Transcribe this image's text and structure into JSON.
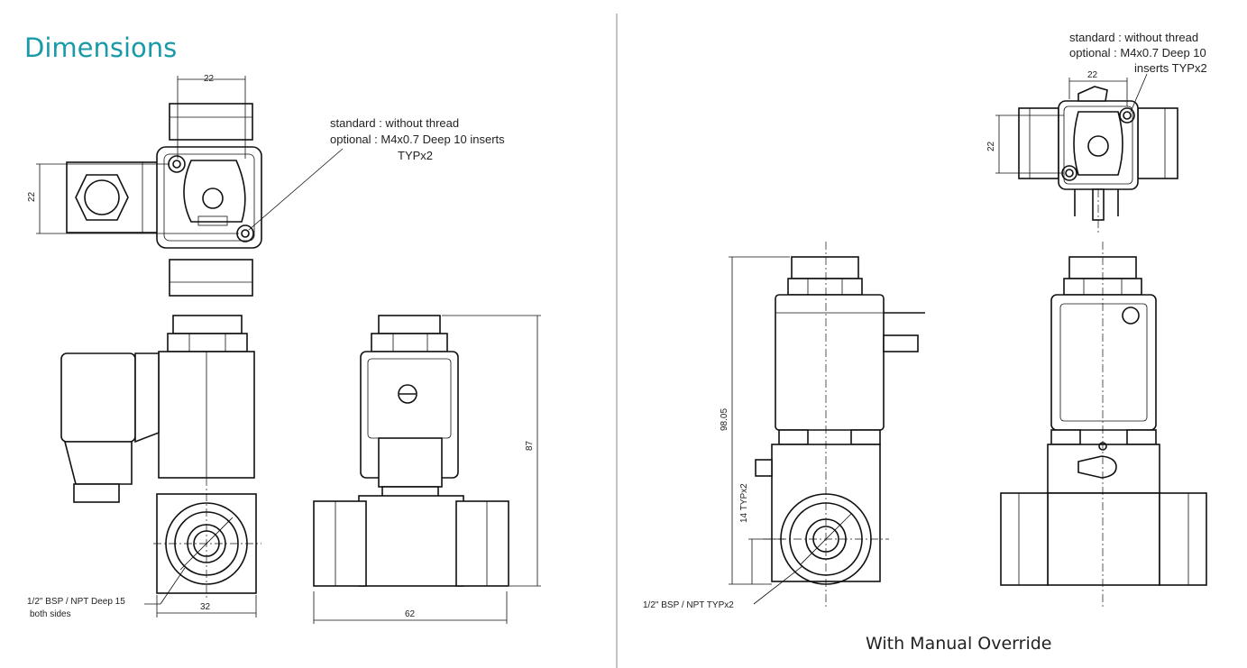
{
  "title": "Dimensions",
  "left": {
    "thread_note": {
      "standard": "standard : without thread",
      "optional": "optional  : M4x0.7 Deep 10 inserts",
      "typ": "TYPx2"
    },
    "dims": {
      "top_width": "22",
      "top_height": "22",
      "front_width": "32",
      "side_width": "62",
      "side_height": "87"
    },
    "port_note": {
      "line1": "1/2\" BSP / NPT  Deep 15",
      "line2": "both sides"
    }
  },
  "right": {
    "thread_note": {
      "standard": "standard : without thread",
      "optional": "optional  : M4x0.7 Deep 10",
      "inserts": "inserts TYPx2"
    },
    "dims": {
      "top_width": "22",
      "top_height": "22",
      "total_height": "98.05",
      "port_height": "14 TYPx2"
    },
    "port_note": "1/2\" BSP / NPT  TYPx2",
    "caption": "With Manual Override"
  }
}
